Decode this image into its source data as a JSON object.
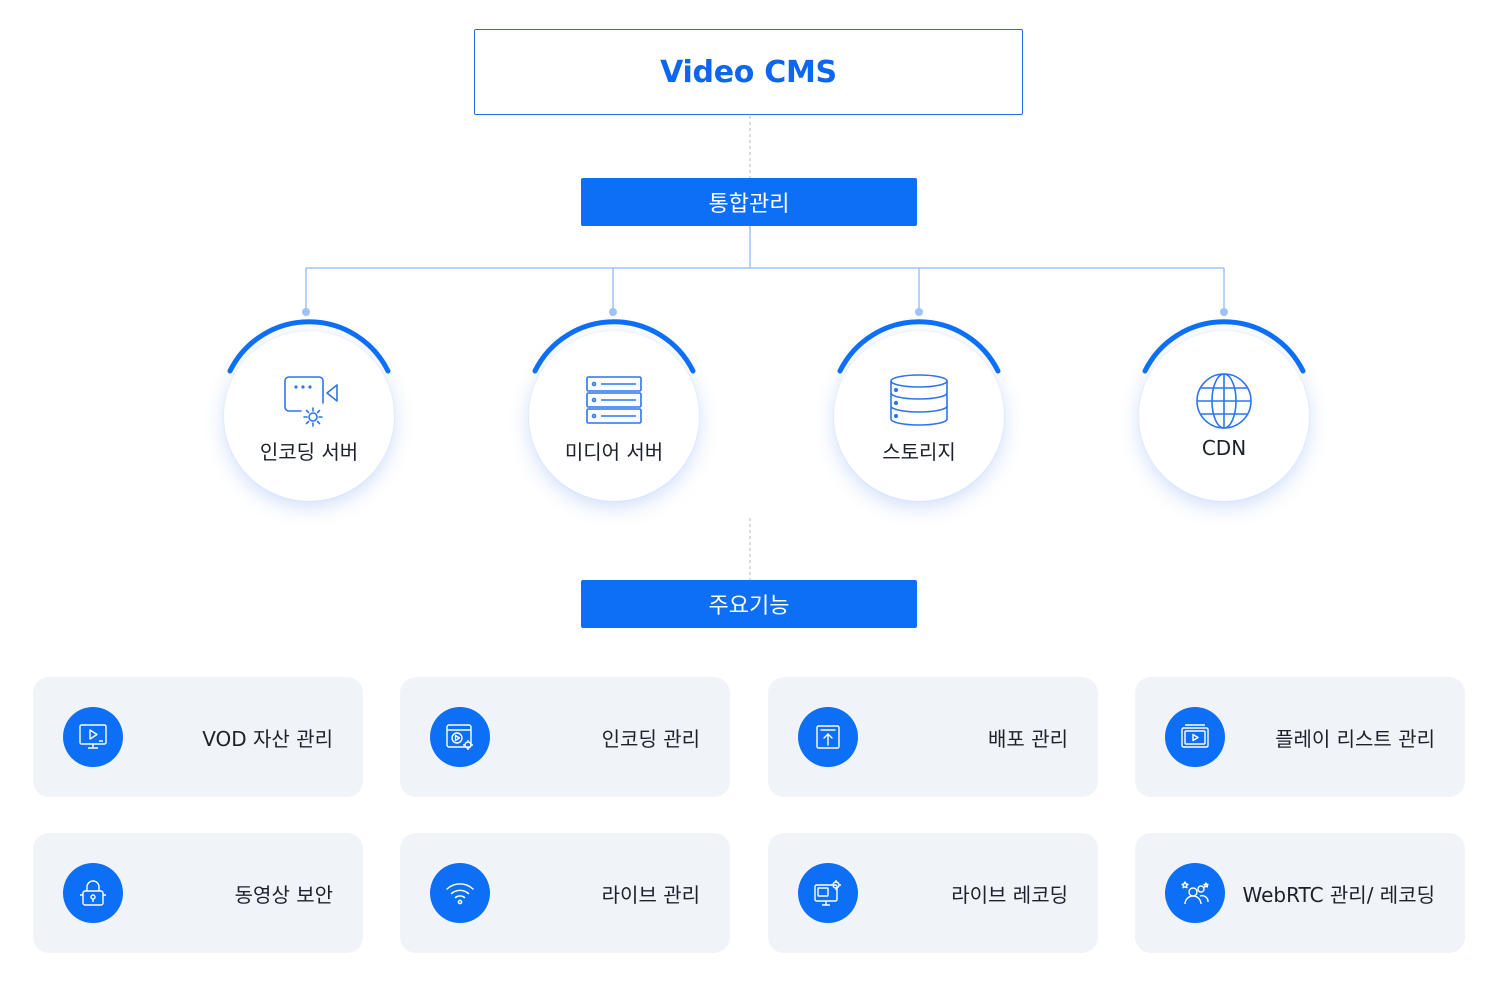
{
  "title": "Video CMS",
  "integrated_label": "통합관리",
  "features_label": "주요기능",
  "nodes": [
    {
      "label": "인코딩 서버",
      "icon": "encoding-server-icon"
    },
    {
      "label": "미디어 서버",
      "icon": "media-server-icon"
    },
    {
      "label": "스토리지",
      "icon": "storage-icon"
    },
    {
      "label": "CDN",
      "icon": "globe-icon"
    }
  ],
  "features": [
    {
      "label": "VOD 자산 관리",
      "icon": "monitor-play-icon"
    },
    {
      "label": "인코딩 관리",
      "icon": "video-settings-icon"
    },
    {
      "label": "배포 관리",
      "icon": "upload-arrow-icon"
    },
    {
      "label": "플레이 리스트 관리",
      "icon": "playlist-icon"
    },
    {
      "label": "동영상 보안",
      "icon": "lock-icon"
    },
    {
      "label": "라이브 관리",
      "icon": "wifi-icon"
    },
    {
      "label": "라이브 레코딩",
      "icon": "monitor-gear-icon"
    },
    {
      "label": "WebRTC 관리/ 레코딩",
      "icon": "users-star-icon"
    }
  ],
  "colors": {
    "accent": "#0d6ff6",
    "title": "#0d66f0",
    "card_bg": "#f0f3f8",
    "connector": "#9ec3f8"
  }
}
